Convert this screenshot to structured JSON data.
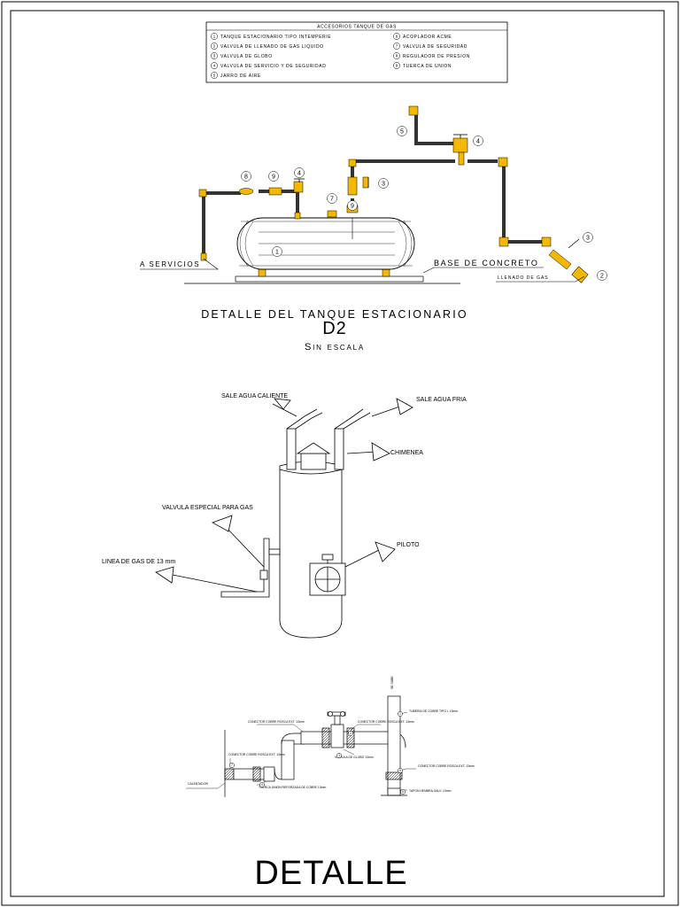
{
  "legend": {
    "title": "ACCESORIOS TANQUE DE GAS",
    "items": [
      {
        "num": "1",
        "label": "TANQUE ESTACIONARIO TIPO INTEMPERIE"
      },
      {
        "num": "2",
        "label": "VALVULA DE LLENADO DE GAS LIQUIDO"
      },
      {
        "num": "3",
        "label": "VALVULA DE GLOBO"
      },
      {
        "num": "4",
        "label": "VALVULA DE SERVICIO Y DE SEGURIDAD"
      },
      {
        "num": "5",
        "label": "JARRO DE AIRE"
      },
      {
        "num": "6",
        "label": "ACOPLADOR ACME"
      },
      {
        "num": "7",
        "label": "VALVULA DE SEGURIDAD"
      },
      {
        "num": "8",
        "label": "REGULADOR DE PRESION"
      },
      {
        "num": "9",
        "label": "TUERCA DE UNION"
      }
    ]
  },
  "tank": {
    "label_services": "A SERVICIOS",
    "label_base": "BASE DE CONCRETO",
    "label_fill": "LLENADO DE GAS",
    "callouts": [
      "1",
      "2",
      "3",
      "3",
      "4",
      "4",
      "5",
      "7",
      "8",
      "9",
      "9"
    ],
    "title": "DETALLE DEL TANQUE ESTACIONARIO",
    "code": "D2",
    "scale": "Sin escala",
    "pipe_color": "#f5b800"
  },
  "heater": {
    "hot_water": "SALE AGUA CALIENTE",
    "cold_water": "SALE AGUA FRIA",
    "chimney": "CHIMENEA",
    "valve": "VALVULA ESPECIAL PARA GAS",
    "pilot": "PILOTO",
    "gas_line": "LINEA DE GAS DE 13 mm"
  },
  "connection": {
    "heater": "CALENTADOR",
    "riser": "SE SUBE",
    "pipe_copper": "TUBERIA DE COBRE TIPO L 13mm",
    "connector_top": "CONECTOR COBRE ROSCA EXT. 13mm",
    "connector_mid": "CONECTOR COBRE ROSCA EXT. 13mm",
    "connector_left": "CONECTOR COBRE ROSCA EXT. 13mm",
    "connector_right": "CONECTOR COBRE ROSCA EXT. 13mm",
    "globe_valve": "VALVULA DE GLOBO 13mm",
    "union_nut": "TUERCA UNION REFORZADA DE COBRE 13mm",
    "cap": "TAPON HEMBRA GALV. 13mm",
    "callouts": [
      "1",
      "2",
      "3",
      "4",
      "5",
      "6",
      "7"
    ]
  },
  "footer": {
    "title": "DETALLE"
  }
}
